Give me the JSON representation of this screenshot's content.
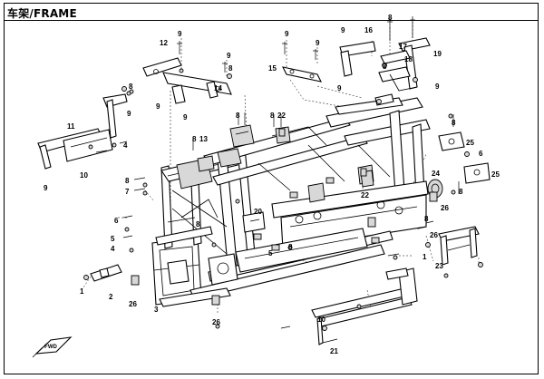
{
  "title": "车架/FRAME",
  "direction_marker": "FWD",
  "callouts": [
    {
      "id": "c-12",
      "text": "12"
    },
    {
      "id": "c-9a",
      "text": "9"
    },
    {
      "id": "c-9b",
      "text": "9"
    },
    {
      "id": "c-9c",
      "text": "9"
    },
    {
      "id": "c-9d",
      "text": "9"
    },
    {
      "id": "c-9e",
      "text": "9"
    },
    {
      "id": "c-9f",
      "text": "9"
    },
    {
      "id": "c-9g",
      "text": "9"
    },
    {
      "id": "c-9h",
      "text": "9"
    },
    {
      "id": "c-9i",
      "text": "9"
    },
    {
      "id": "c-9j",
      "text": "9"
    },
    {
      "id": "c-9k",
      "text": "9"
    },
    {
      "id": "c-14",
      "text": "14"
    },
    {
      "id": "c-15",
      "text": "15"
    },
    {
      "id": "c-16",
      "text": "16"
    },
    {
      "id": "c-17",
      "text": "17"
    },
    {
      "id": "c-18",
      "text": "18"
    },
    {
      "id": "c-19",
      "text": "19"
    },
    {
      "id": "c-8a",
      "text": "8"
    },
    {
      "id": "c-8b",
      "text": "8"
    },
    {
      "id": "c-8c",
      "text": "8"
    },
    {
      "id": "c-8d",
      "text": "8"
    },
    {
      "id": "c-8e",
      "text": "8"
    },
    {
      "id": "c-8f",
      "text": "8"
    },
    {
      "id": "c-8g",
      "text": "8"
    },
    {
      "id": "c-8h",
      "text": "8"
    },
    {
      "id": "c-8i",
      "text": "8"
    },
    {
      "id": "c-8j",
      "text": "8"
    },
    {
      "id": "c-8k",
      "text": "8"
    },
    {
      "id": "c-8l",
      "text": "8"
    },
    {
      "id": "c-8m",
      "text": "8"
    },
    {
      "id": "c-11",
      "text": "11"
    },
    {
      "id": "c-4a",
      "text": "4"
    },
    {
      "id": "c-4b",
      "text": "4"
    },
    {
      "id": "c-10a",
      "text": "10"
    },
    {
      "id": "c-10b",
      "text": "10"
    },
    {
      "id": "c-13",
      "text": "13"
    },
    {
      "id": "c-22a",
      "text": "22"
    },
    {
      "id": "c-22b",
      "text": "22"
    },
    {
      "id": "c-25a",
      "text": "25"
    },
    {
      "id": "c-25b",
      "text": "25"
    },
    {
      "id": "c-6a",
      "text": "6"
    },
    {
      "id": "c-6b",
      "text": "6"
    },
    {
      "id": "c-24",
      "text": "24"
    },
    {
      "id": "c-7",
      "text": "7"
    },
    {
      "id": "c-20",
      "text": "20"
    },
    {
      "id": "c-26a",
      "text": "26"
    },
    {
      "id": "c-26b",
      "text": "26"
    },
    {
      "id": "c-26c",
      "text": "26"
    },
    {
      "id": "c-26d",
      "text": "26"
    },
    {
      "id": "c-5a",
      "text": "5"
    },
    {
      "id": "c-5b",
      "text": "5"
    },
    {
      "id": "c-1a",
      "text": "1"
    },
    {
      "id": "c-1b",
      "text": "1"
    },
    {
      "id": "c-2",
      "text": "2"
    },
    {
      "id": "c-3",
      "text": "3"
    },
    {
      "id": "c-23",
      "text": "23"
    },
    {
      "id": "c-21",
      "text": "21"
    }
  ]
}
